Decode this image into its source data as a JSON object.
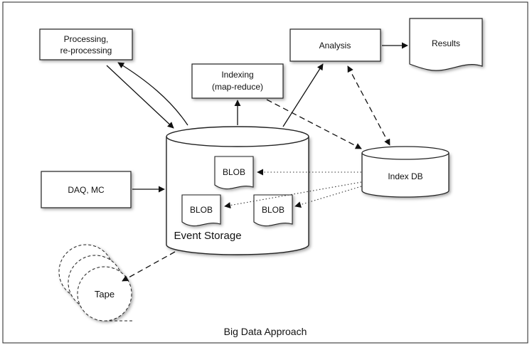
{
  "diagram": {
    "caption": "Big Data Approach",
    "nodes": {
      "processing": {
        "lines": [
          "Processing,",
          "re-processing"
        ]
      },
      "indexing": {
        "lines": [
          "Indexing",
          "(map-reduce)"
        ]
      },
      "analysis": {
        "label": "Analysis"
      },
      "results": {
        "label": "Results"
      },
      "daq": {
        "label": "DAQ, MC"
      },
      "event_storage": {
        "label": "Event Storage"
      },
      "index_db": {
        "label": "Index DB"
      },
      "blob_label": "BLOB",
      "tape": {
        "label": "Tape"
      }
    }
  }
}
